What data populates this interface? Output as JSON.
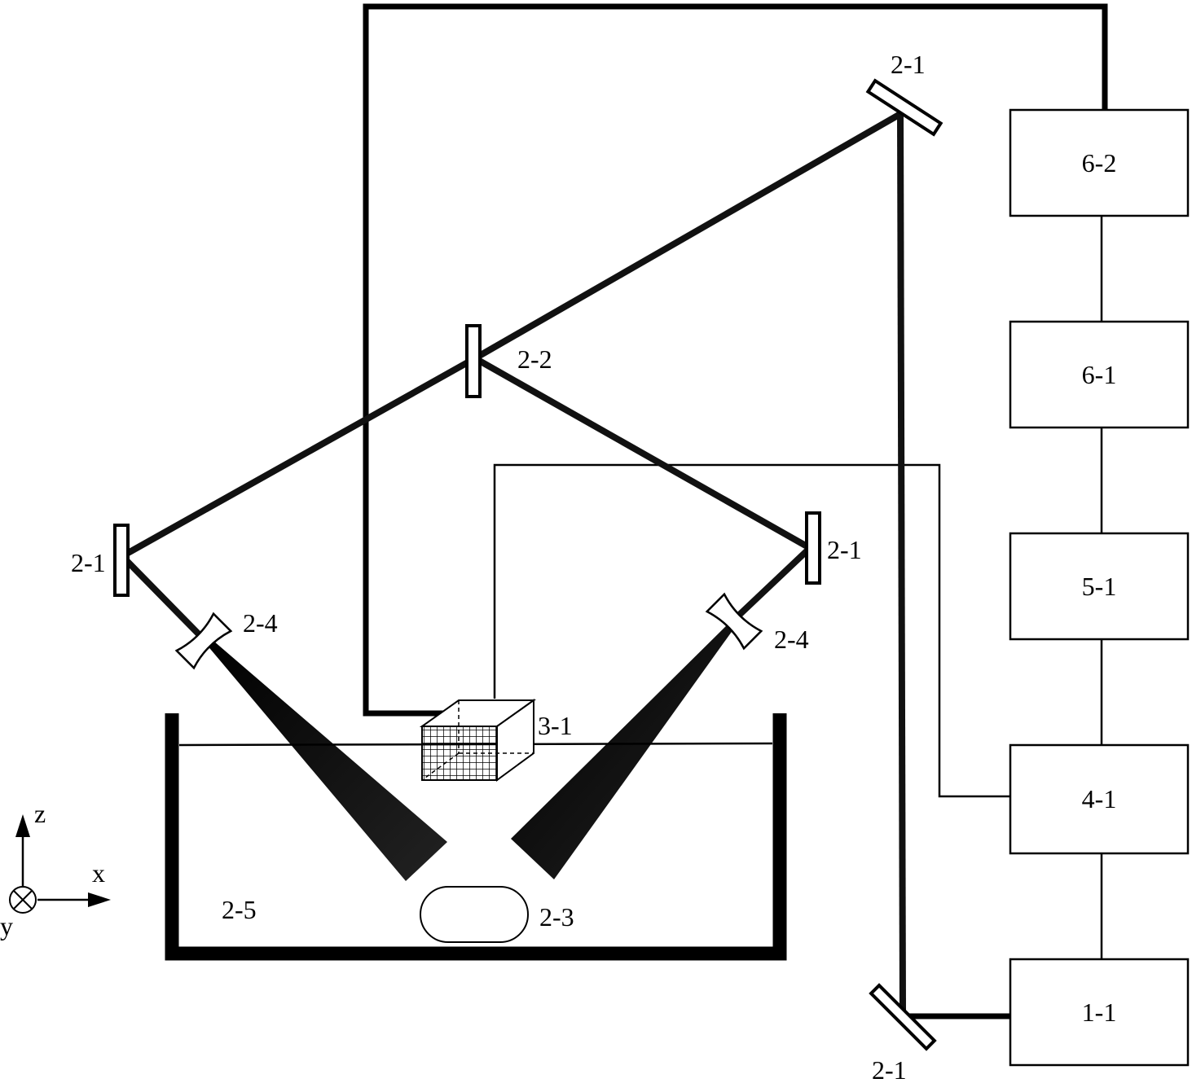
{
  "boxes": [
    {
      "id": "6-2",
      "label": "6-2"
    },
    {
      "id": "6-1",
      "label": "6-1"
    },
    {
      "id": "5-1",
      "label": "5-1"
    },
    {
      "id": "4-1",
      "label": "4-1"
    },
    {
      "id": "1-1",
      "label": "1-1"
    }
  ],
  "labels": {
    "mirror_top_right": "2-1",
    "mirror_left": "2-1",
    "mirror_right": "2-1",
    "mirror_bottom": "2-1",
    "beam_splitter": "2-2",
    "lens_left": "2-4",
    "lens_right": "2-4",
    "camera": "3-1",
    "water_tank": "2-5",
    "object": "2-3"
  },
  "axes": {
    "z": "z",
    "x": "x",
    "y": "y"
  },
  "colors": {
    "line": "#000000",
    "background": "#ffffff"
  }
}
